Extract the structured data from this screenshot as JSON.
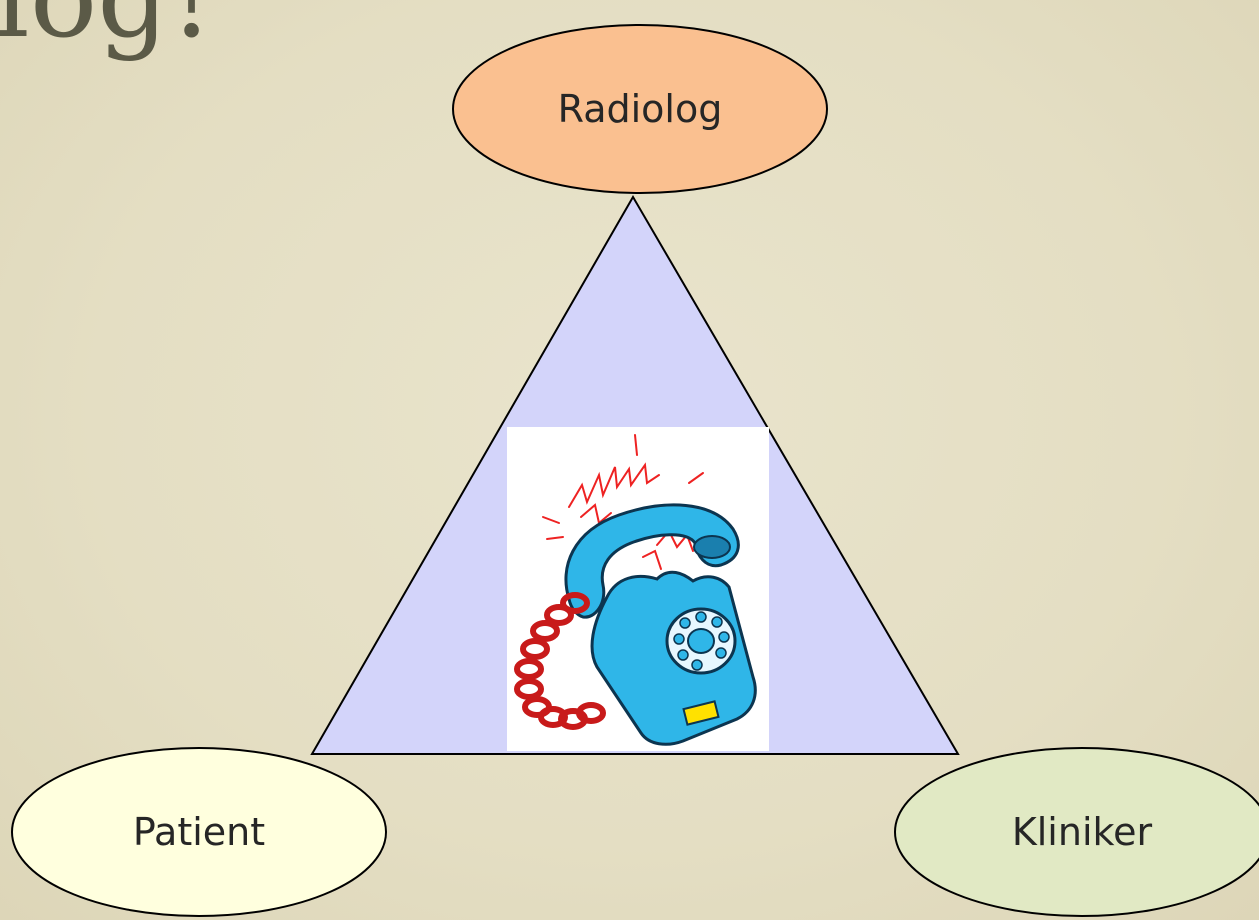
{
  "slide": {
    "title_fragment": "log!"
  },
  "nodes": {
    "top": {
      "label": "Radiolog",
      "fill": "#fac090"
    },
    "left": {
      "label": "Patient",
      "fill": "#ffffde"
    },
    "right": {
      "label": "Kliniker",
      "fill": "#e1e9c4"
    }
  },
  "triangle": {
    "fill": "#d3d4fa"
  },
  "center_icon": "ringing-telephone-icon"
}
